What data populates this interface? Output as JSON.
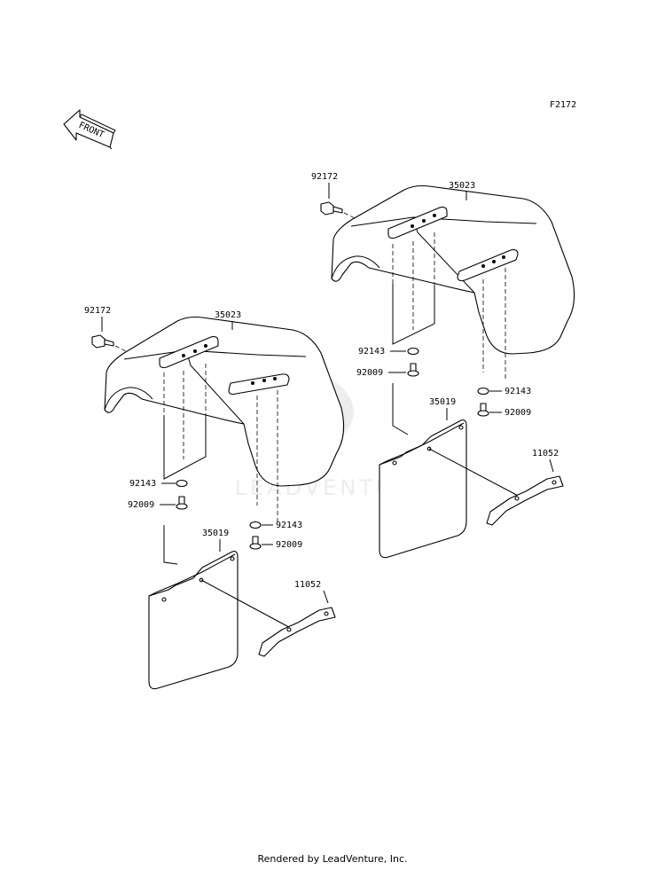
{
  "figure_code": "F2172",
  "front_arrow_text": "FRONT",
  "watermark_text": "LEADVENTURE",
  "footer": "Rendered by LeadVenture, Inc.",
  "callouts": {
    "left_bolt": "92172",
    "left_fender": "35023",
    "left_washer_a": "92143",
    "left_bolt_a": "92009",
    "left_washer_b": "92143",
    "left_bolt_b": "92009",
    "left_flap": "35019",
    "left_bracket": "11052",
    "right_bolt": "92172",
    "right_fender": "35023",
    "right_washer_a": "92143",
    "right_bolt_a": "92009",
    "right_washer_b": "92143",
    "right_bolt_b": "92009",
    "right_flap": "35019",
    "right_bracket": "11052"
  }
}
